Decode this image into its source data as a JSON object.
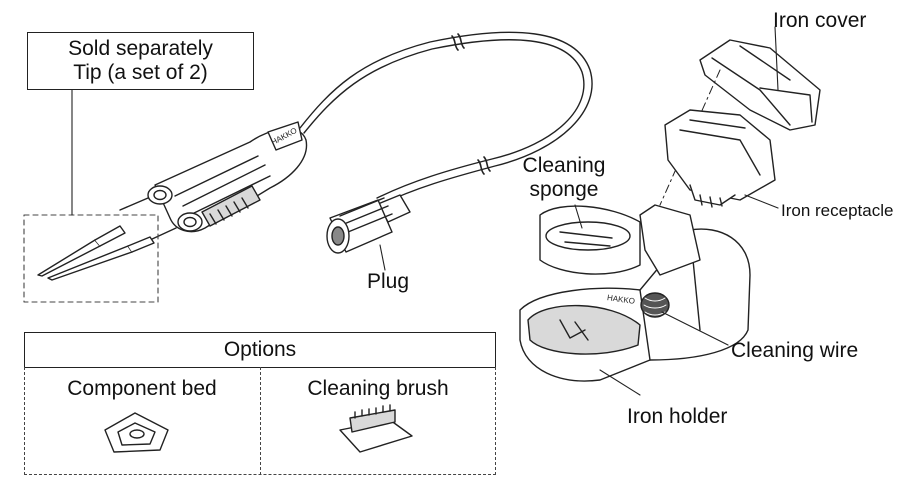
{
  "labels": {
    "sold_separately_line1": "Sold separately",
    "sold_separately_line2": "Tip (a set of 2)",
    "plug": "Plug",
    "iron_cover": "Iron cover",
    "cleaning_sponge_line1": "Cleaning",
    "cleaning_sponge_line2": "sponge",
    "iron_receptacle": "Iron receptacle",
    "cleaning_wire": "Cleaning wire",
    "iron_holder": "Iron holder"
  },
  "options": {
    "title": "Options",
    "items": [
      {
        "label": "Component bed",
        "icon": "component-bed-icon"
      },
      {
        "label": "Cleaning brush",
        "icon": "cleaning-brush-icon"
      }
    ]
  },
  "brand_marks": {
    "handpiece": "HAKKO",
    "holder": "HAKKO"
  },
  "colors": {
    "line": "#222222",
    "fill": "#ffffff",
    "shade": "#d9d9d9",
    "dark": "#555555"
  }
}
